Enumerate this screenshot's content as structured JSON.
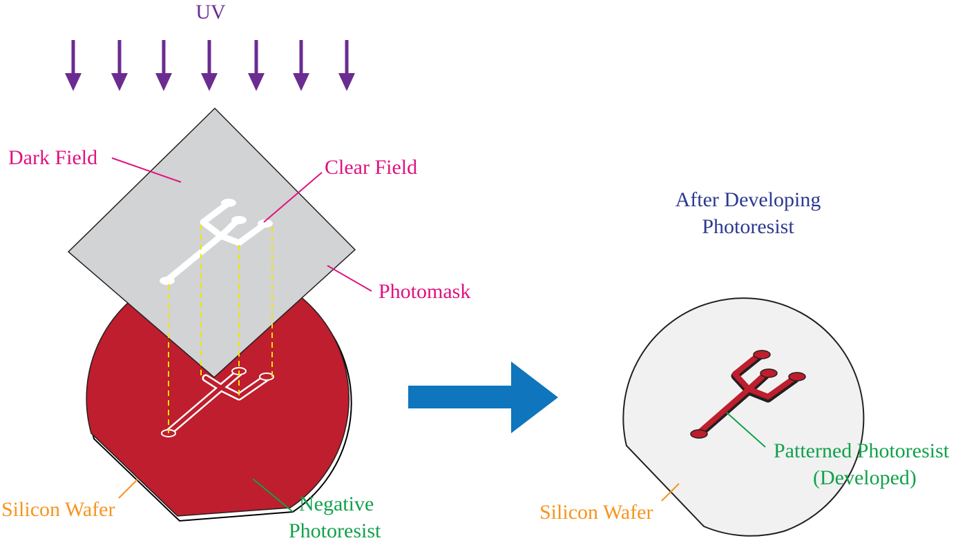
{
  "labels": {
    "uv": "UV",
    "dark_field": "Dark Field",
    "clear_field": "Clear Field",
    "photomask": "Photomask",
    "after_line1": "After Developing",
    "after_line2": "Photoresist",
    "silicon_wafer_left": "Silicon Wafer",
    "negative_line1": "Negative",
    "negative_line2": "Photoresist",
    "patterned_line1": "Patterned Photoresist",
    "patterned_line2": "(Developed)",
    "silicon_wafer_right": "Silicon Wafer"
  },
  "colors": {
    "uv_arrow": "#6b2c91",
    "label_magenta": "#e0117f",
    "label_navy": "#2b3990",
    "label_green": "#11a14b",
    "label_orange": "#f7941d",
    "photoresist_red": "#be1e2d",
    "photomask_gray": "#d1d3d4",
    "wafer_light": "#f1f1f2",
    "process_arrow": "#0f75bc",
    "projection_yellow": "#f2e600"
  },
  "icons": {
    "uv_arrows": "down-arrow-icon",
    "process_arrow": "right-arrow-icon"
  }
}
